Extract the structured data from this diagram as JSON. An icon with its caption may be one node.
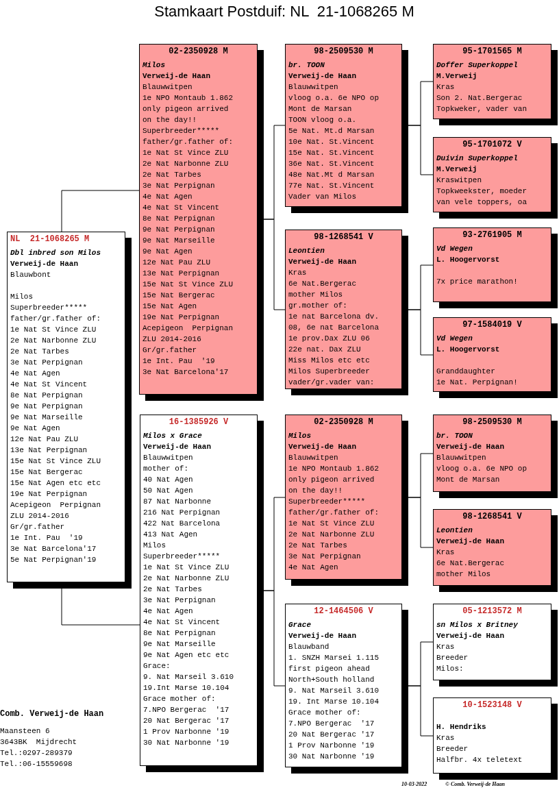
{
  "diagram": {
    "title": "Stamkaart Postduif: NL  21-1068265 M",
    "nodes": [
      {
        "text": [
          "NL  21-1068265 M",
          "Dbl inbred son Milos",
          "Verweij-de Haan",
          "Blauwbont",
          "Milos",
          "Superbreeder*****",
          "father/gr.father of:",
          "1e Nat St Vince ZLU",
          "2e Nat Narbonne ZLU",
          "2e Nat Tarbes",
          "3e Nat Perpignan",
          "4e Nat Agen",
          "4e Nat St Vincent",
          "8e Nat Perpignan",
          "9e Nat Perpignan",
          "9e Nat Marseille",
          "9e Nat Agen",
          "12e Nat Pau ZLU",
          "13e Nat Perpignan",
          "15e Nat St Vince ZLU",
          "15e Nat Bergerac",
          "15e Nat Agen etc etc",
          "19e Nat Perpignan",
          "Acepigeon  Perpignan",
          "ZLU 2014-2016",
          "Gr/gr.father",
          "1e Int. Pau  '19",
          "3e Nat Barcelona'17",
          "5e Nat Perpignan'19"
        ]
      },
      {
        "text": [
          "02-2350928 M",
          "Milos",
          "Verweij-de Haan",
          "Blauwwitpen",
          "1e NPO Montaub 1.862",
          "only pigeon arrived",
          "on the day!!",
          "Superbreeder*****",
          "father/gr.father of:",
          "1e Nat St Vince ZLU",
          "2e Nat Narbonne ZLU",
          "2e Nat Tarbes",
          "3e Nat Perpignan",
          "4e Nat Agen",
          "4e Nat St Vincent",
          "8e Nat Perpignan",
          "9e Nat Perpignan",
          "9e Nat Marseille",
          "9e Nat Agen",
          "12e Nat Pau ZLU",
          "13e Nat Perpignan",
          "15e Nat St Vince ZLU",
          "15e Nat Bergerac",
          "15e Nat Agen",
          "19e Nat Perpignan",
          "Acepigeon  Perpignan",
          "ZLU 2014-2016",
          "Gr/gr.father",
          "1e Int. Pau  '19",
          "3e Nat Barcelona'17"
        ]
      },
      {
        "text": [
          "16-1385926 V",
          "Milos x Grace",
          "Verweij-de Haan",
          "Blauwwitpen",
          "mother of:",
          "40 Nat Agen",
          "50 Nat Agen",
          "87 Nat Narbonne",
          "216 Nat Perpignan",
          "422 Nat Barcelona",
          "413 Nat Agen",
          "Milos",
          "Superbreeder*****",
          "1e Nat St Vince ZLU",
          "2e Nat Narbonne ZLU",
          "2e Nat Tarbes",
          "3e Nat Perpignan",
          "4e Nat Agen",
          "4e Nat St Vincent",
          "8e Nat Perpignan",
          "9e Nat Marseille",
          "9e Nat Agen etc etc",
          "Grace:",
          "9. Nat Marseil 3.610",
          "19.Int Marse 10.104",
          "Grace mother of:",
          "7.NPO Bergerac  '17",
          "20 Nat Bergerac '17",
          "1 Prov Narbonne '19",
          "30 Nat Narbonne '19"
        ]
      },
      {
        "text": [
          "98-2509530 M",
          "br. TOON",
          "Verweij-de Haan",
          "Blauwwitpen",
          "vloog o.a. 6e NPO op",
          "Mont de Marsan",
          "TOON vloog o.a.",
          "5e Nat. Mt.d Marsan",
          "10e Nat. St.Vincent",
          "15e Nat. St.Vincent",
          "36e Nat. St.Vincent",
          "48e Nat.Mt d Marsan",
          "77e Nat. St.Vincent",
          "Vader van Milos"
        ]
      },
      {
        "text": [
          "98-1268541 V",
          "Leontien",
          "Verweij-de Haan",
          "Kras",
          "6e Nat.Bergerac",
          "mother Milos",
          "gr.mother of:",
          "1e nat Barcelona dv.",
          "08, 6e nat Barcelona",
          "1e prov.Dax ZLU 06",
          "22e nat. Dax ZLU",
          "Miss Milos etc etc",
          "Milos Superbreeder",
          "vader/gr.vader van:"
        ]
      },
      {
        "text": [
          "02-2350928 M",
          "Milos",
          "Verweij-de Haan",
          "Blauwwitpen",
          "1e NPO Montaub 1.862",
          "only pigeon arrived",
          "on the day!!",
          "Superbreeder*****",
          "father/gr.father of:",
          "1e Nat St Vince ZLU",
          "2e Nat Narbonne ZLU",
          "2e Nat Tarbes",
          "3e Nat Perpignan",
          "4e Nat Agen"
        ]
      },
      {
        "text": [
          "12-1464506 V",
          "Grace",
          "Verweij-de Haan",
          "Blauwband",
          "1. SNZH Marsei 1.115",
          "first pigeon ahead",
          "North+South holland",
          "9. Nat Marseil 3.610",
          "19. Int Marse 10.104",
          "Grace mother of:",
          "7.NPO Bergerac  '17",
          "20 Nat Bergerac '17",
          "1 Prov Narbonne '19",
          "30 Nat Narbonne '19"
        ]
      },
      {
        "text": [
          "95-1701565 M",
          "Doffer Superkoppel",
          "M.Verweij",
          "Kras",
          "Son 2. Nat.Bergerac",
          "Topkweker, vader van"
        ]
      },
      {
        "text": [
          "95-1701072 V",
          "Duivin Superkoppel",
          "M.Verweij",
          "Kraswitpen",
          "Topkweekster, moeder",
          "van vele toppers, oa"
        ]
      },
      {
        "text": [
          "93-2761905 M",
          "Vd Wegen",
          "L. Hoogervorst",
          "7x price marathon!"
        ]
      },
      {
        "text": [
          "97-1584019 V",
          "Vd Wegen",
          "L. Hoogervorst",
          "Granddaughter",
          "1e Nat. Perpignan!"
        ]
      },
      {
        "text": [
          "98-2509530 M",
          "br. TOON",
          "Verweij-de Haan",
          "Blauwwitpen",
          "vloog o.a. 6e NPO op",
          "Mont de Marsan"
        ]
      },
      {
        "text": [
          "98-1268541 V",
          "Leontien",
          "Verweij-de Haan",
          "Kras",
          "6e Nat.Bergerac",
          "mother Milos"
        ]
      },
      {
        "text": [
          "05-1213572 M",
          "sn Milos x Britney",
          "Verweij-de Haan",
          "Kras",
          "Breeder",
          "Milos:"
        ]
      },
      {
        "text": [
          "10-1523148 V",
          "H. Hendriks",
          "Kras",
          "Breeder",
          "Halfbr. 4x teletext"
        ]
      }
    ],
    "edges": [
      {
        "from": 0,
        "to": 1,
        "arrow": "none"
      },
      {
        "from": 0,
        "to": 2,
        "arrow": "none"
      },
      {
        "from": 1,
        "to": 3,
        "arrow": "none"
      },
      {
        "from": 1,
        "to": 4,
        "arrow": "none"
      },
      {
        "from": 2,
        "to": 5,
        "arrow": "none"
      },
      {
        "from": 2,
        "to": 6,
        "arrow": "none"
      },
      {
        "from": 3,
        "to": 7,
        "arrow": "none"
      },
      {
        "from": 3,
        "to": 8,
        "arrow": "none"
      },
      {
        "from": 4,
        "to": 9,
        "arrow": "none"
      },
      {
        "from": 4,
        "to": 10,
        "arrow": "none"
      },
      {
        "from": 5,
        "to": 11,
        "arrow": "none"
      },
      {
        "from": 5,
        "to": 12,
        "arrow": "none"
      },
      {
        "from": 6,
        "to": 13,
        "arrow": "none"
      },
      {
        "from": 6,
        "to": 14,
        "arrow": "none"
      }
    ],
    "labels": [
      "Comb. Verweij-de Haan",
      "Maansteen 6",
      "3643BK  Mijdrecht",
      "Tel.:0297-289379",
      "Tel.:06-15559698",
      "10-03-2022",
      "© Comb. Verweij-de Haan"
    ]
  }
}
